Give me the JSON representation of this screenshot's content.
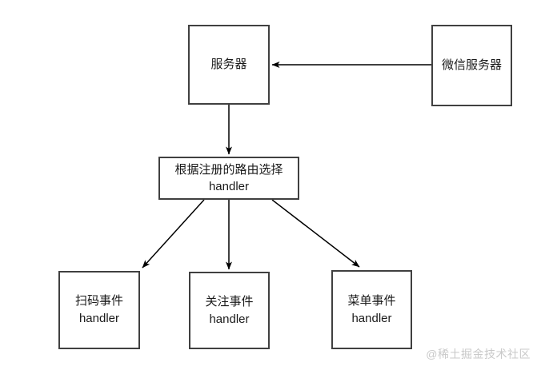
{
  "diagram": {
    "type": "flowchart",
    "nodes": {
      "server": {
        "label": "服务器"
      },
      "wechat_server": {
        "label": "微信服务器"
      },
      "router": {
        "line1": "根据注册的路由选择",
        "line2": "handler"
      },
      "scan_handler": {
        "line1": "扫码事件",
        "line2": "handler"
      },
      "follow_handler": {
        "line1": "关注事件",
        "line2": "handler"
      },
      "menu_handler": {
        "line1": "菜单事件",
        "line2": "handler"
      }
    },
    "edges": [
      {
        "from": "wechat_server",
        "to": "server",
        "direction": "left"
      },
      {
        "from": "server",
        "to": "router",
        "direction": "down"
      },
      {
        "from": "router",
        "to": "scan_handler",
        "direction": "down-left"
      },
      {
        "from": "router",
        "to": "follow_handler",
        "direction": "down"
      },
      {
        "from": "router",
        "to": "menu_handler",
        "direction": "down-right"
      }
    ],
    "watermark": "@稀土掘金技术社区",
    "colors": {
      "background": "#ffffff",
      "border": "#404040",
      "arrow": "#000000",
      "text": "#1a1a1a",
      "watermark": "#c9c9c9"
    }
  }
}
